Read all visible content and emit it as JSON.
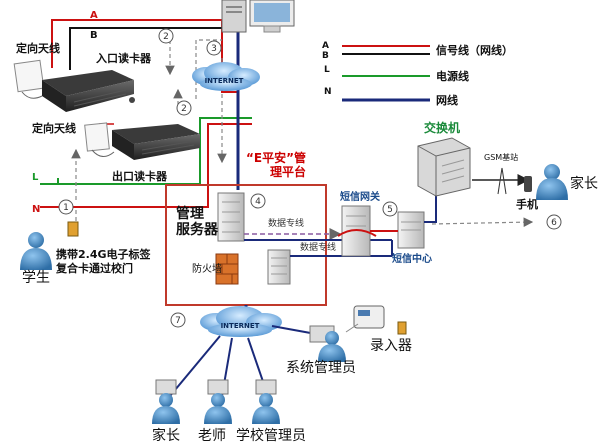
{
  "labels": {
    "dir_antenna_1": "定向天线",
    "entry_reader": "入口读卡器",
    "dir_antenna_2": "定向天线",
    "exit_reader": "出口读卡器",
    "student_card_1": "携带2.4G电子标签",
    "student_card_2": "复合卡通过校门",
    "student": "学生",
    "platform_1": "“E平安”管",
    "platform_2": "理平台",
    "mgmt_server_1": "管理",
    "mgmt_server_2": "服务器",
    "data_line_1": "数据专线",
    "data_line_2": "数据专线",
    "firewall": "防火墙",
    "sms_gateway": "短信网关",
    "sms_center": "短信中心",
    "switch": "交换机",
    "gsm_station": "GSM基站",
    "mobile": "手机",
    "parent_right": "家长",
    "recorder": "录入器",
    "sys_admin": "系统管理员",
    "parent_bottom": "家长",
    "teacher": "老师",
    "school_admin": "学校管理员",
    "internet_top": "INTERNET",
    "internet_bottom": "INTERNET"
  },
  "wire_letters": {
    "a": "A",
    "b": "B",
    "l": "L",
    "n": "N"
  },
  "legend": [
    {
      "letter_a": "A",
      "letter_b": "B",
      "label": "信号线（网线）"
    },
    {
      "letter": "L",
      "label": "电源线"
    },
    {
      "letter": "N",
      "label": "网线"
    }
  ],
  "steps": [
    "1",
    "2",
    "3",
    "4",
    "5",
    "6",
    "7",
    "2"
  ],
  "colors": {
    "signal_red": "#cc1111",
    "signal_black": "#111111",
    "power_green": "#1a9a2a",
    "network_navy": "#1a2a7a",
    "frame_red": "#c0392b",
    "platform_red": "#cc0000",
    "switch_green": "#1a8a3a"
  }
}
